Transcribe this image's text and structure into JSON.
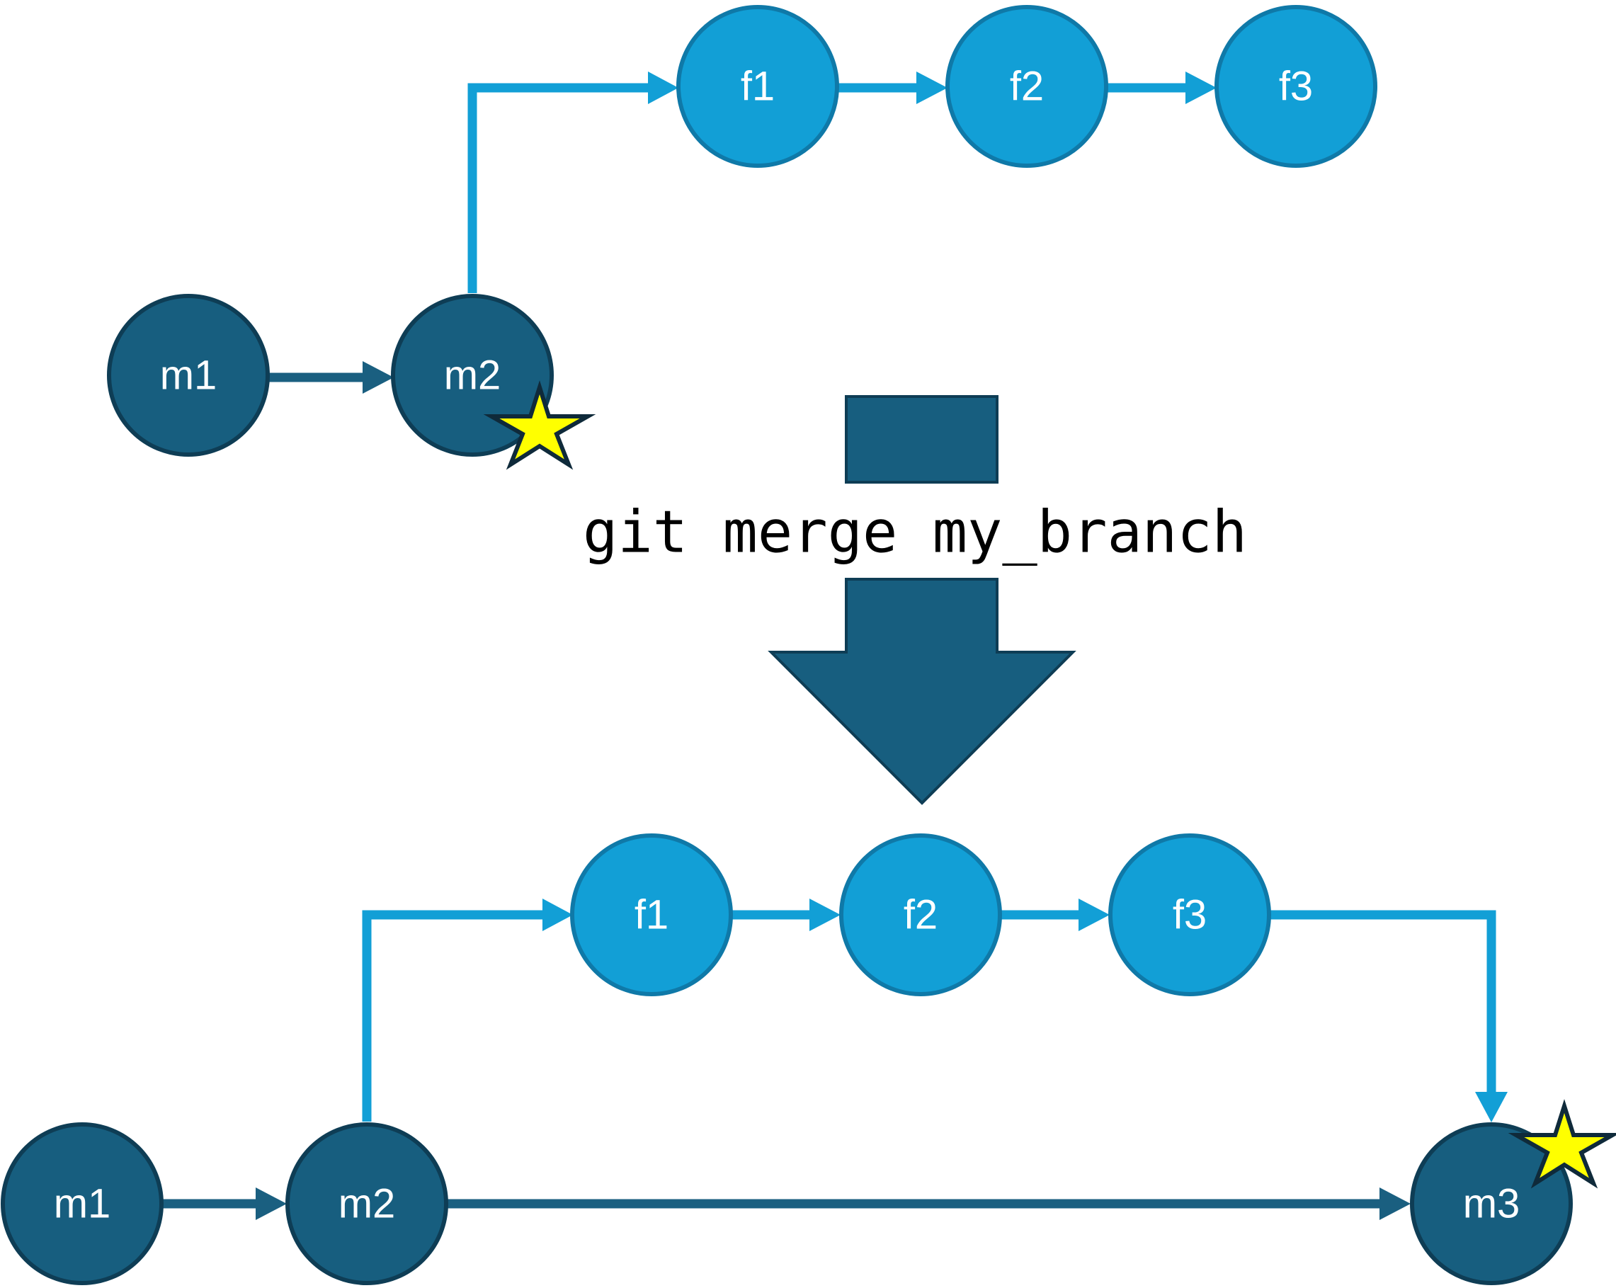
{
  "colors": {
    "main_fill": "#175e7f",
    "main_stroke": "#0e3d55",
    "main_edge": "#1a5f80",
    "feature_fill": "#129fd6",
    "feature_stroke": "#0f79a8",
    "feature_edge": "#129fd6",
    "star_fill": "#ffff00",
    "star_stroke": "#0f2a3a",
    "arrow_fill": "#175e7f"
  },
  "command": "git merge my_branch",
  "before": {
    "main_commits": [
      {
        "id": "m1",
        "label": "m1"
      },
      {
        "id": "m2",
        "label": "m2"
      }
    ],
    "feature_commits": [
      {
        "id": "f1",
        "label": "f1"
      },
      {
        "id": "f2",
        "label": "f2"
      },
      {
        "id": "f3",
        "label": "f3"
      }
    ],
    "head": "m2"
  },
  "after": {
    "main_commits": [
      {
        "id": "m1",
        "label": "m1"
      },
      {
        "id": "m2",
        "label": "m2"
      },
      {
        "id": "m3",
        "label": "m3"
      }
    ],
    "feature_commits": [
      {
        "id": "f1",
        "label": "f1"
      },
      {
        "id": "f2",
        "label": "f2"
      },
      {
        "id": "f3",
        "label": "f3"
      }
    ],
    "head": "m3"
  }
}
